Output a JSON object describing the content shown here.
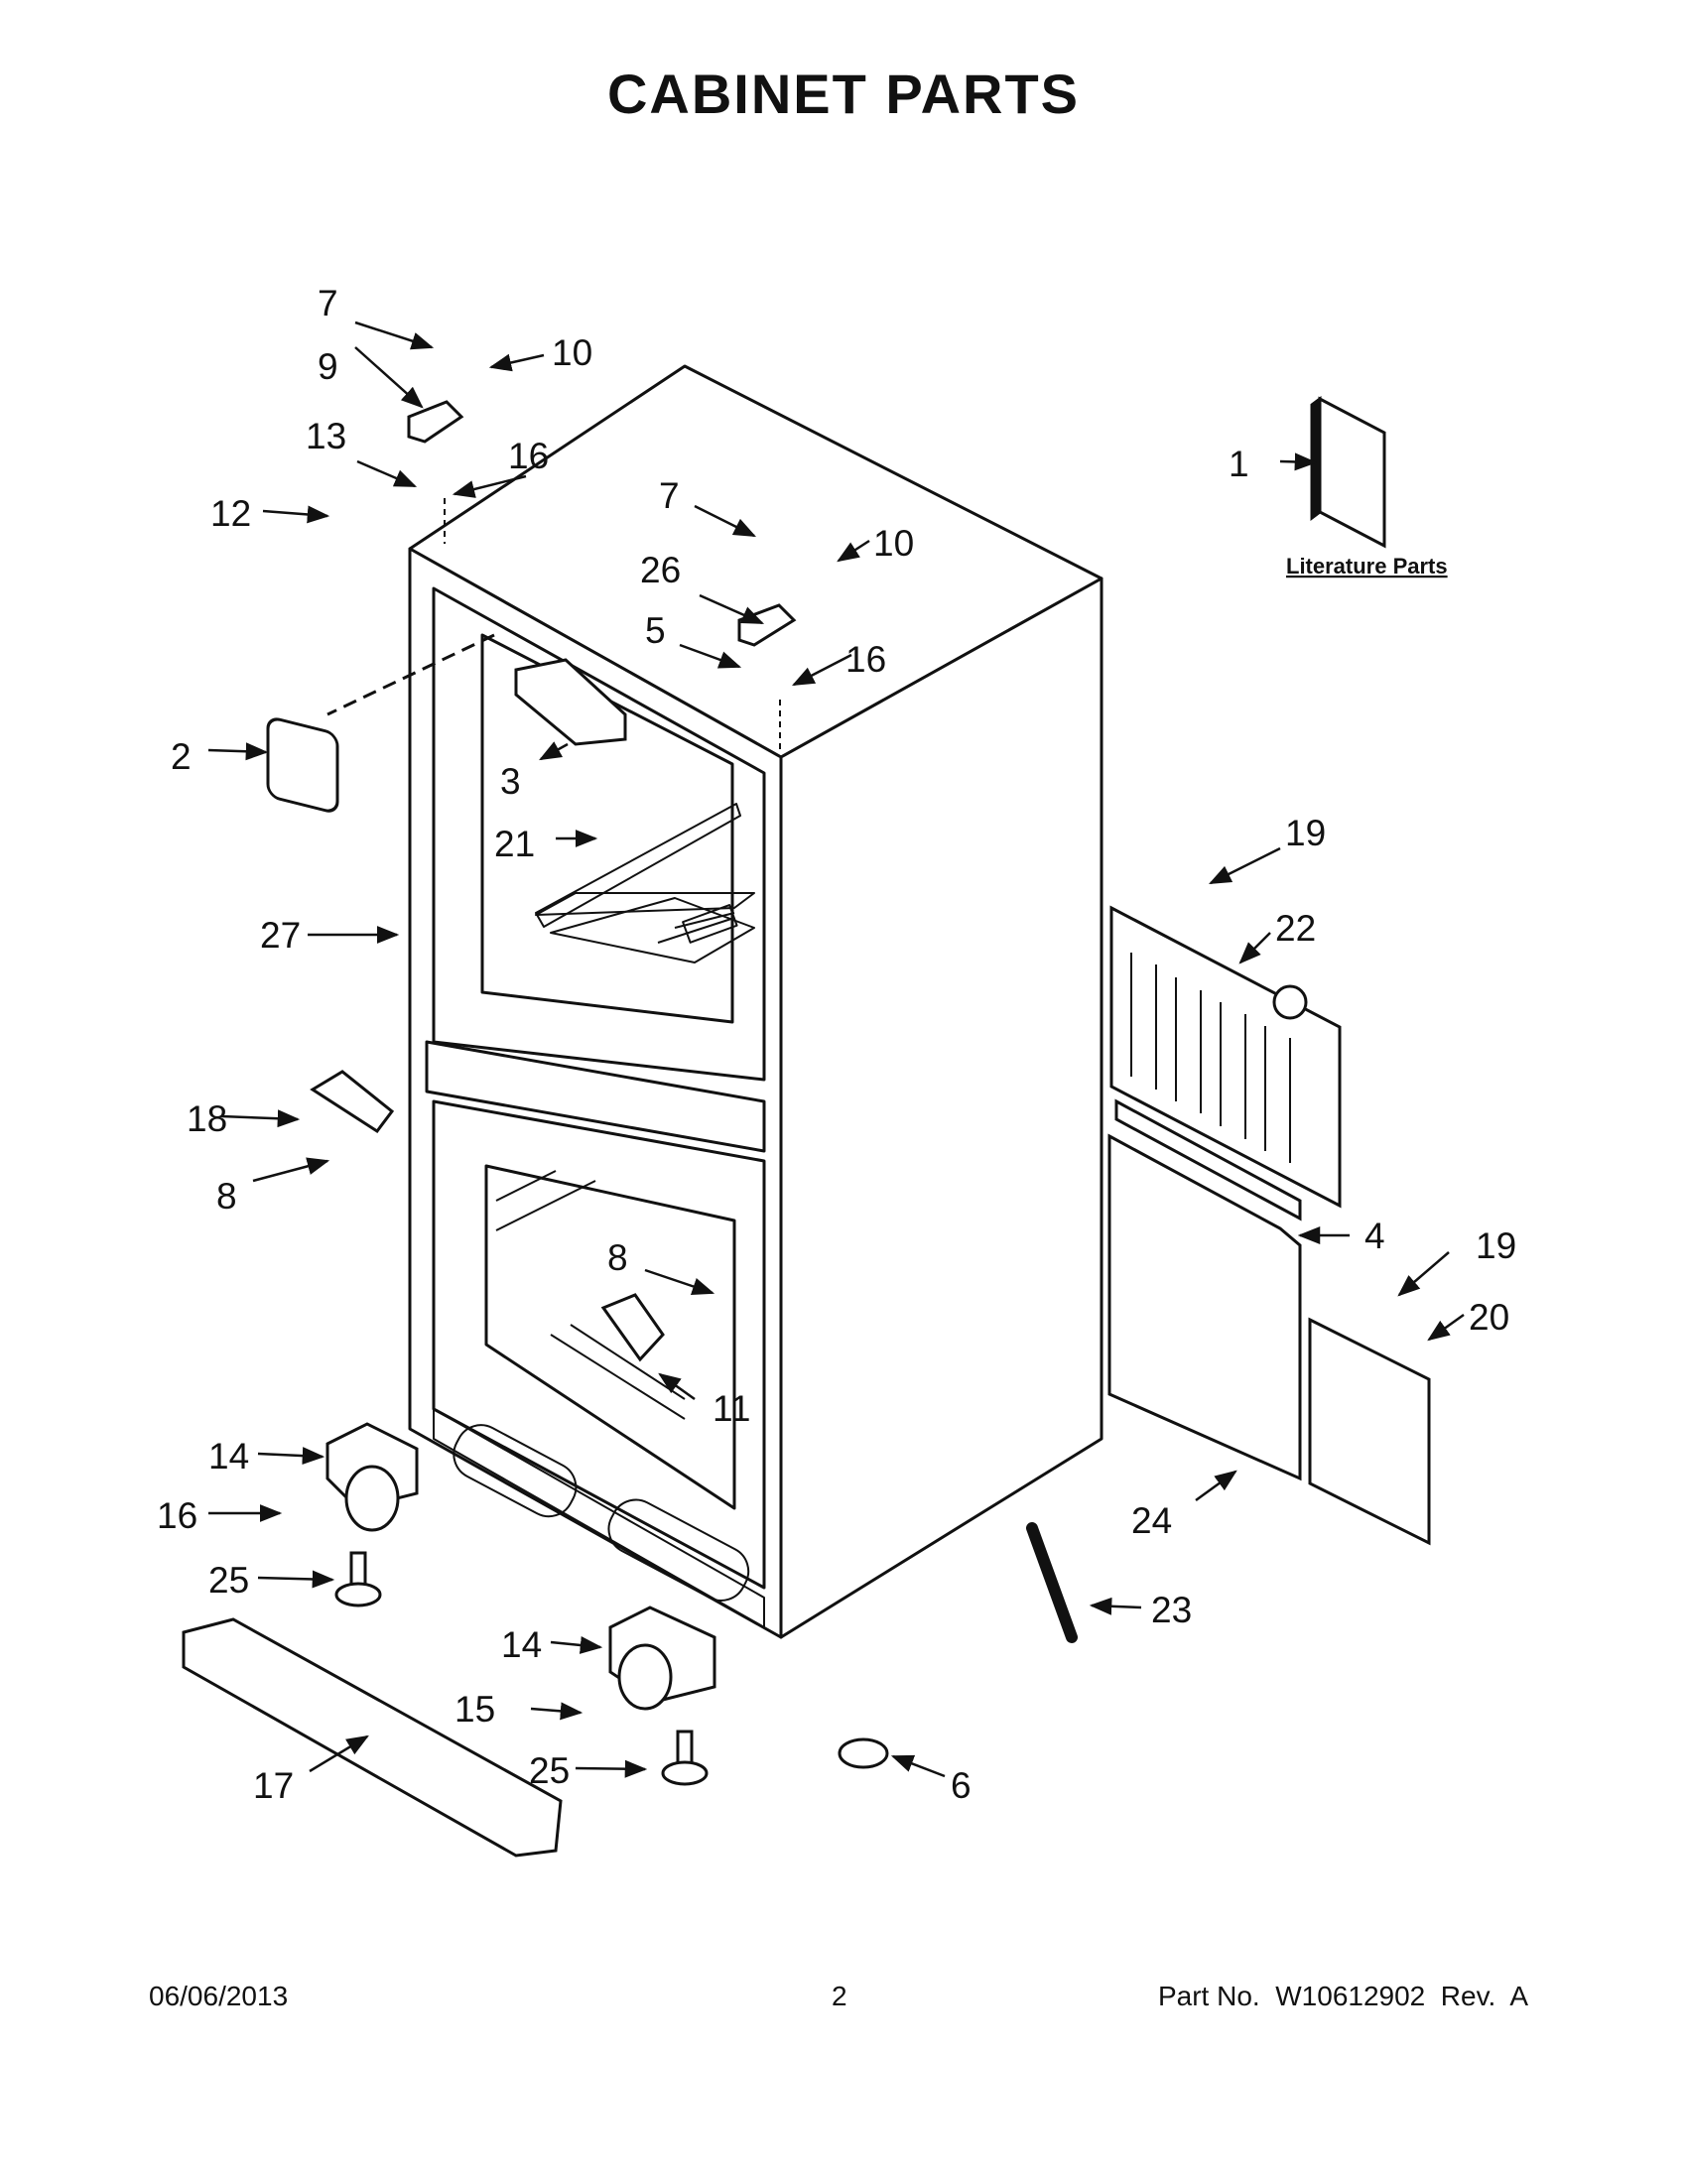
{
  "title": "CABINET PARTS",
  "literature_label": "Literature Parts",
  "callouts": {
    "c1": "1",
    "c2": "2",
    "c3": "3",
    "c4": "4",
    "c5": "5",
    "c6": "6",
    "c7a": "7",
    "c7b": "7",
    "c8a": "8",
    "c8b": "8",
    "c9": "9",
    "c10a": "10",
    "c10b": "10",
    "c11": "11",
    "c12": "12",
    "c13": "13",
    "c14a": "14",
    "c14b": "14",
    "c15": "15",
    "c16a": "16",
    "c16b": "16",
    "c16c": "16",
    "c17": "17",
    "c18": "18",
    "c19a": "19",
    "c19b": "19",
    "c20": "20",
    "c21": "21",
    "c22": "22",
    "c23": "23",
    "c24": "24",
    "c25a": "25",
    "c25b": "25",
    "c26": "26",
    "c27": "27"
  },
  "footer": {
    "date": "06/06/2013",
    "page": "2",
    "part_no": "Part No.  W10612902  Rev.  A"
  }
}
